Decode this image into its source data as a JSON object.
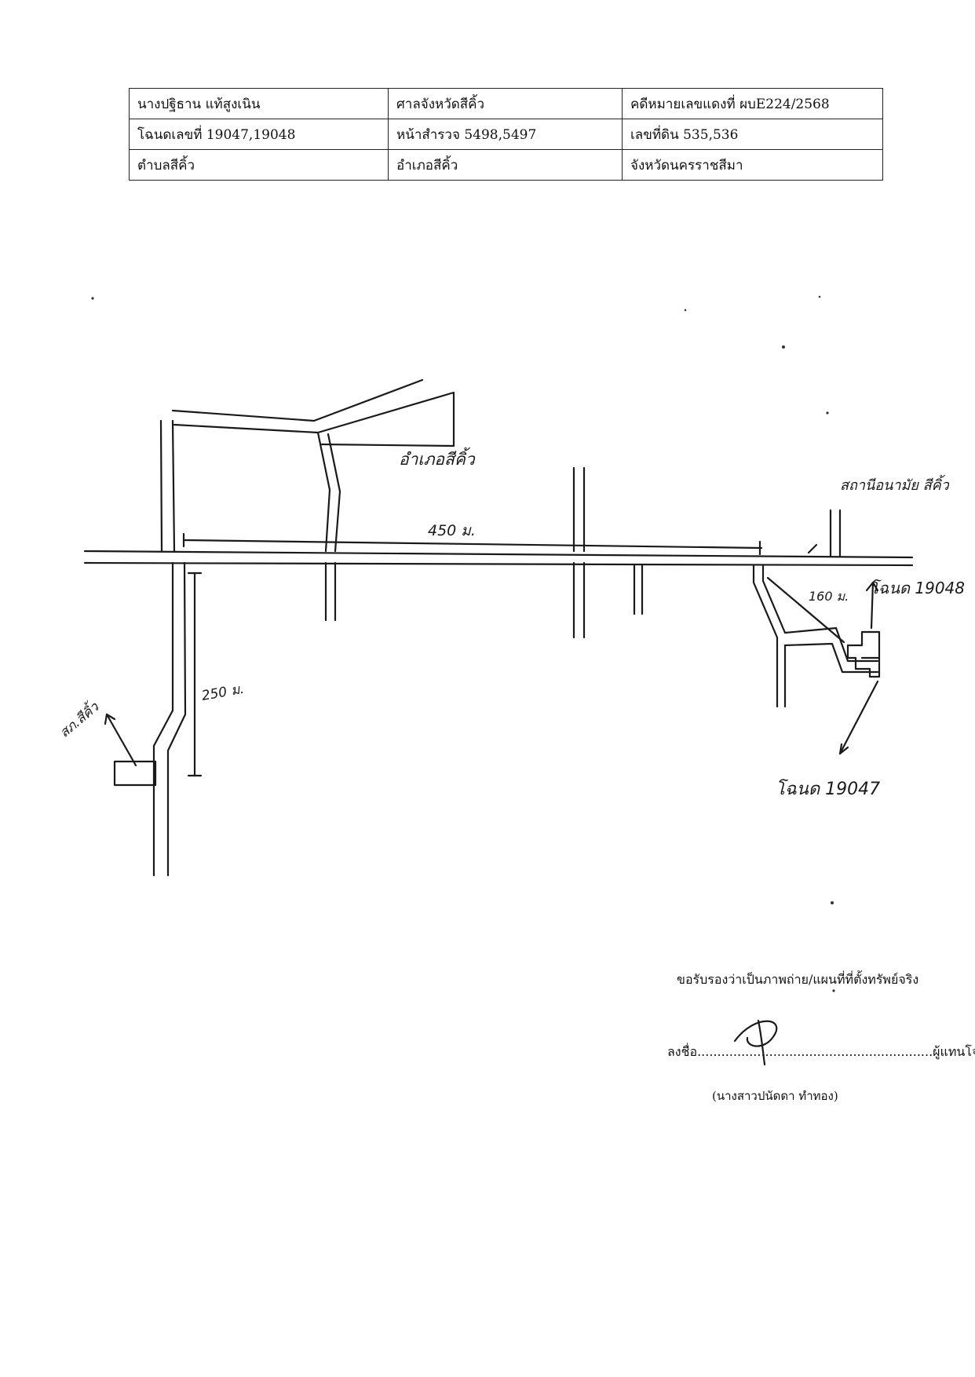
{
  "header_table": {
    "rows": [
      [
        "นางปฐิธาน แท้สูงเนิน",
        "ศาลจังหวัดสีคิ้ว",
        "คดีหมายเลขแดงที่ ผบE224/2568"
      ],
      [
        "โฉนดเลขที่ 19047,19048",
        "หน้าสำรวจ 5498,5497",
        "เลขที่ดิน 535,536"
      ],
      [
        "ตำบลสีคิ้ว",
        "อำเภอสีคิ้ว",
        "จังหวัดนครราชสีมา"
      ]
    ]
  },
  "map": {
    "labels": {
      "district_office": "อำเภอสีคิ้ว",
      "public_health": "สถานีอนามัย สีคิ้ว",
      "distance_main": "450 ม.",
      "distance_side": "250 ม.",
      "distance_short": "160 ม.",
      "deed_19048": "โฉนด 19048",
      "deed_19047": "โฉนด 19047",
      "station": "สภ.สีคิ้ว"
    }
  },
  "footer": {
    "certification": "ขอรับรองว่าเป็นภาพถ่าย/แผนที่ที่ตั้งทรัพย์จริง",
    "sign_prefix": "ลงชื่อ",
    "sign_dots": "...........................................................",
    "sign_suffix": "ผู้แทนโจทก์",
    "signer_name": "(นางสาวปนัดดา ทำทอง)"
  }
}
